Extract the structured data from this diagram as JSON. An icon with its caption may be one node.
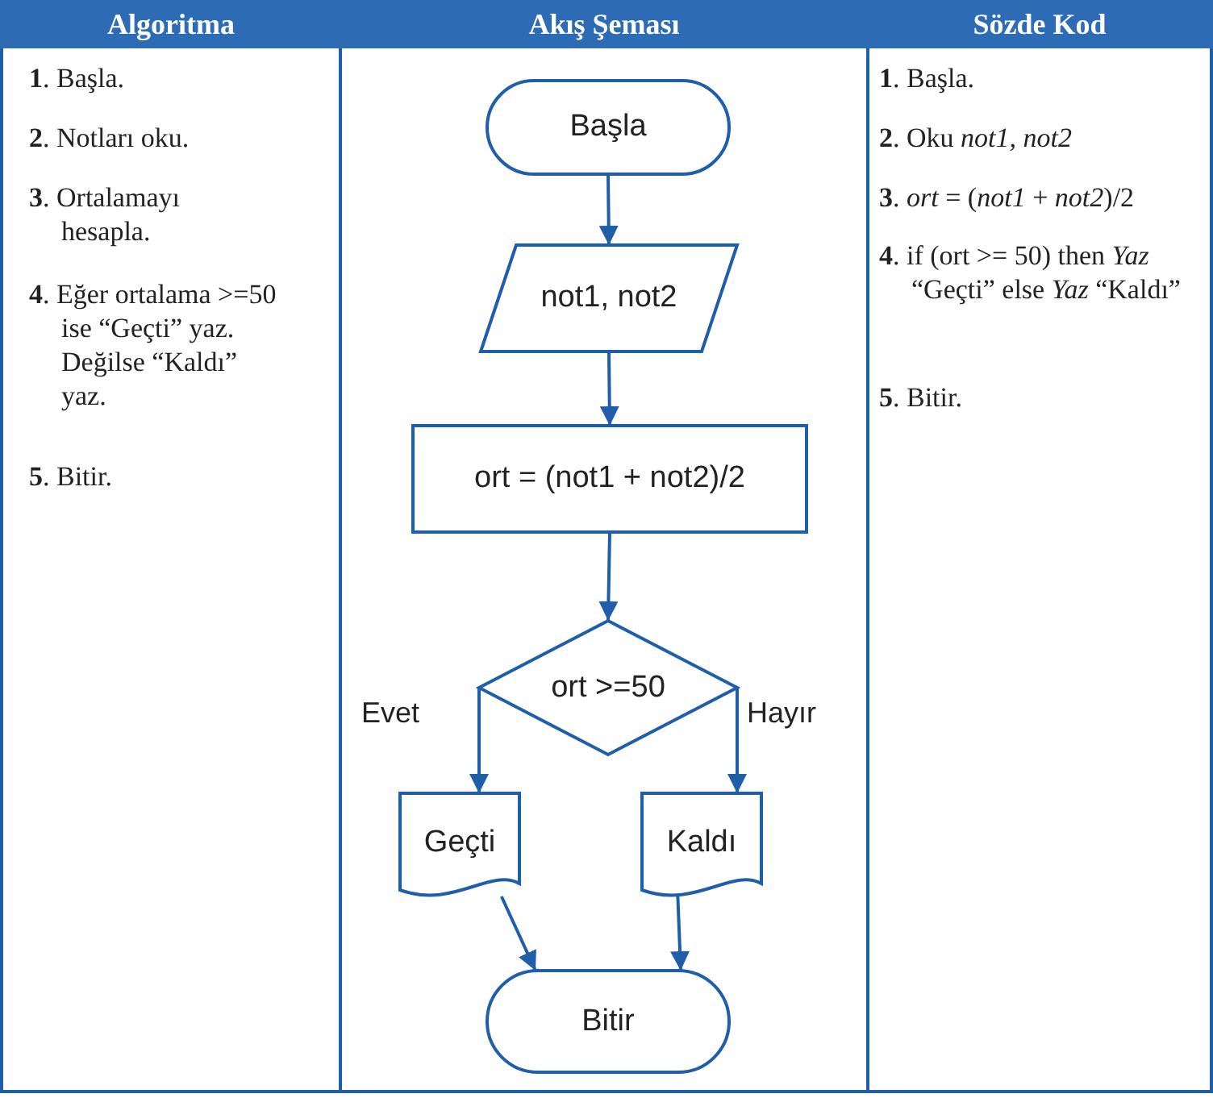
{
  "diagram": {
    "nodes": [
      {
        "text": [
          "Başla"
        ]
      },
      {
        "text": [
          "not1, not2"
        ]
      },
      {
        "text": [
          "ort = (not1 + not2)/2"
        ]
      },
      {
        "text": [
          "ort >=50"
        ]
      },
      {
        "text": [
          "Geçti"
        ]
      },
      {
        "text": [
          "Kaldı"
        ]
      },
      {
        "text": [
          "Bitir"
        ]
      }
    ],
    "edges": [
      {
        "from": 0,
        "to": 1,
        "arrow": "to"
      },
      {
        "from": 1,
        "to": 2,
        "arrow": "to"
      },
      {
        "from": 2,
        "to": 3,
        "arrow": "to"
      },
      {
        "from": 3,
        "to": 4,
        "arrow": "to",
        "label": "Evet"
      },
      {
        "from": 3,
        "to": 5,
        "arrow": "to",
        "label": "Hayır"
      },
      {
        "from": 4,
        "to": 6,
        "arrow": "to"
      },
      {
        "from": 5,
        "to": 6,
        "arrow": "to"
      }
    ],
    "labels": [
      "Algoritma",
      "Akış Şeması",
      "Sözde Kod",
      "**1**. Başla.",
      "**2**. Notları oku.",
      "**3**. Ortalamayı hesapla.",
      "**4**. Eğer ortalama >=50 ise “Geçti” yaz. Değilse “Kaldı” yaz.",
      "**5**. Bitir.",
      "**1**. Başla.",
      "**2**. Oku *not1, not2*",
      "**3**. *ort* = (*not1* + *not2*)/2",
      "**4**. if (ort >= 50) then *Yaz* “Geçti” else *Yaz* “Kaldı”",
      "**5**. Bitir."
    ]
  }
}
